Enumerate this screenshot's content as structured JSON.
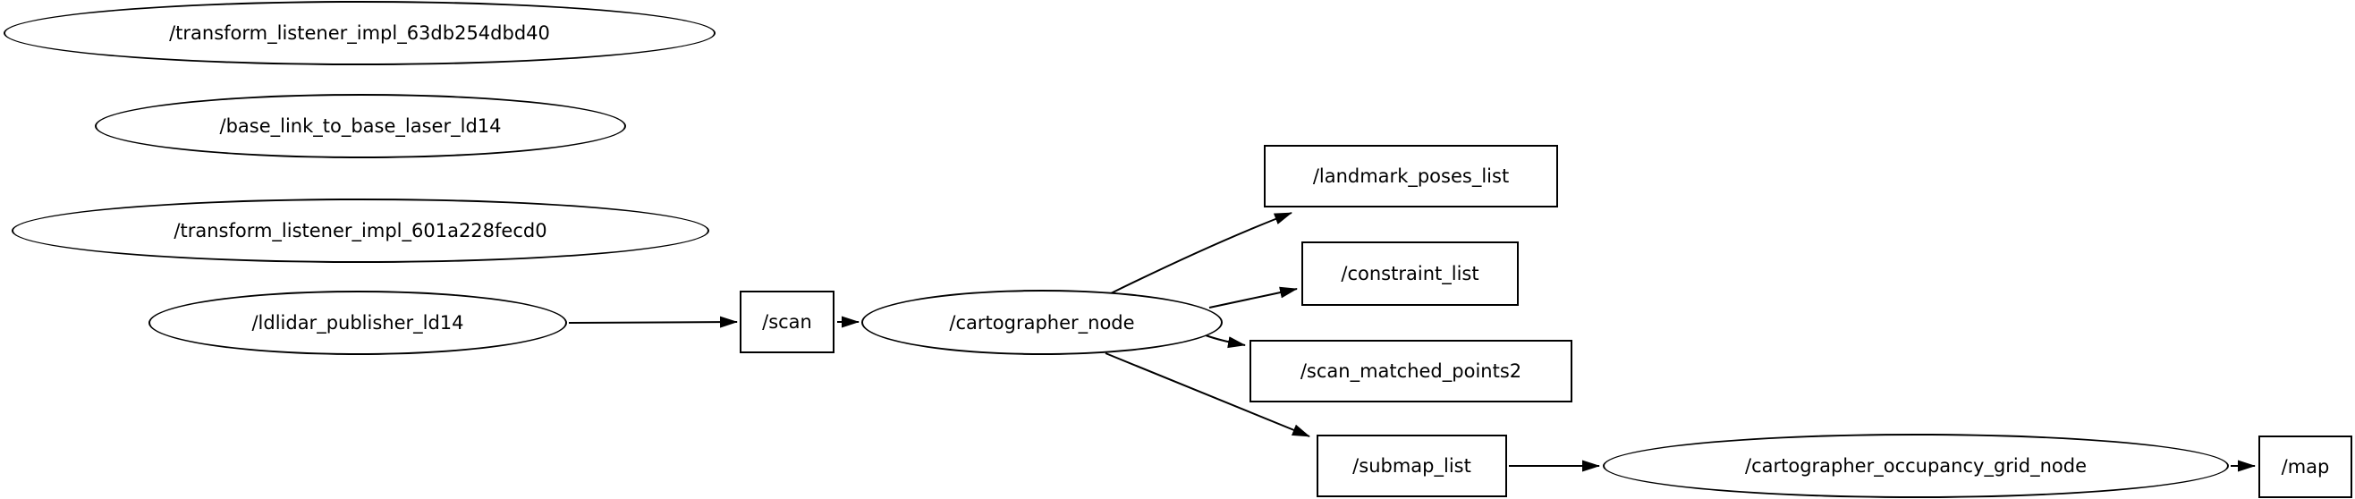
{
  "diagram": {
    "type": "ros-node-graph",
    "background_color": "#ffffff",
    "stroke_color": "#000000",
    "nodes": [
      {
        "id": "transform_listener_impl_63db254dbd40",
        "label": "/transform_listener_impl_63db254dbd40",
        "shape": "ellipse"
      },
      {
        "id": "base_link_to_base_laser_ld14",
        "label": "/base_link_to_base_laser_ld14",
        "shape": "ellipse"
      },
      {
        "id": "transform_listener_impl_601a228fecd0",
        "label": "/transform_listener_impl_601a228fecd0",
        "shape": "ellipse"
      },
      {
        "id": "ldlidar_publisher_ld14",
        "label": "/ldlidar_publisher_ld14",
        "shape": "ellipse"
      },
      {
        "id": "scan",
        "label": "/scan",
        "shape": "box"
      },
      {
        "id": "cartographer_node",
        "label": "/cartographer_node",
        "shape": "ellipse"
      },
      {
        "id": "landmark_poses_list",
        "label": "/landmark_poses_list",
        "shape": "box"
      },
      {
        "id": "constraint_list",
        "label": "/constraint_list",
        "shape": "box"
      },
      {
        "id": "scan_matched_points2",
        "label": "/scan_matched_points2",
        "shape": "box"
      },
      {
        "id": "submap_list",
        "label": "/submap_list",
        "shape": "box"
      },
      {
        "id": "cartographer_occupancy_grid_node",
        "label": "/cartographer_occupancy_grid_node",
        "shape": "ellipse"
      },
      {
        "id": "map",
        "label": "/map",
        "shape": "box"
      }
    ],
    "edges": [
      {
        "from": "ldlidar_publisher_ld14",
        "to": "scan"
      },
      {
        "from": "scan",
        "to": "cartographer_node"
      },
      {
        "from": "cartographer_node",
        "to": "landmark_poses_list"
      },
      {
        "from": "cartographer_node",
        "to": "constraint_list"
      },
      {
        "from": "cartographer_node",
        "to": "scan_matched_points2"
      },
      {
        "from": "cartographer_node",
        "to": "submap_list"
      },
      {
        "from": "submap_list",
        "to": "cartographer_occupancy_grid_node"
      },
      {
        "from": "cartographer_occupancy_grid_node",
        "to": "map"
      }
    ]
  }
}
